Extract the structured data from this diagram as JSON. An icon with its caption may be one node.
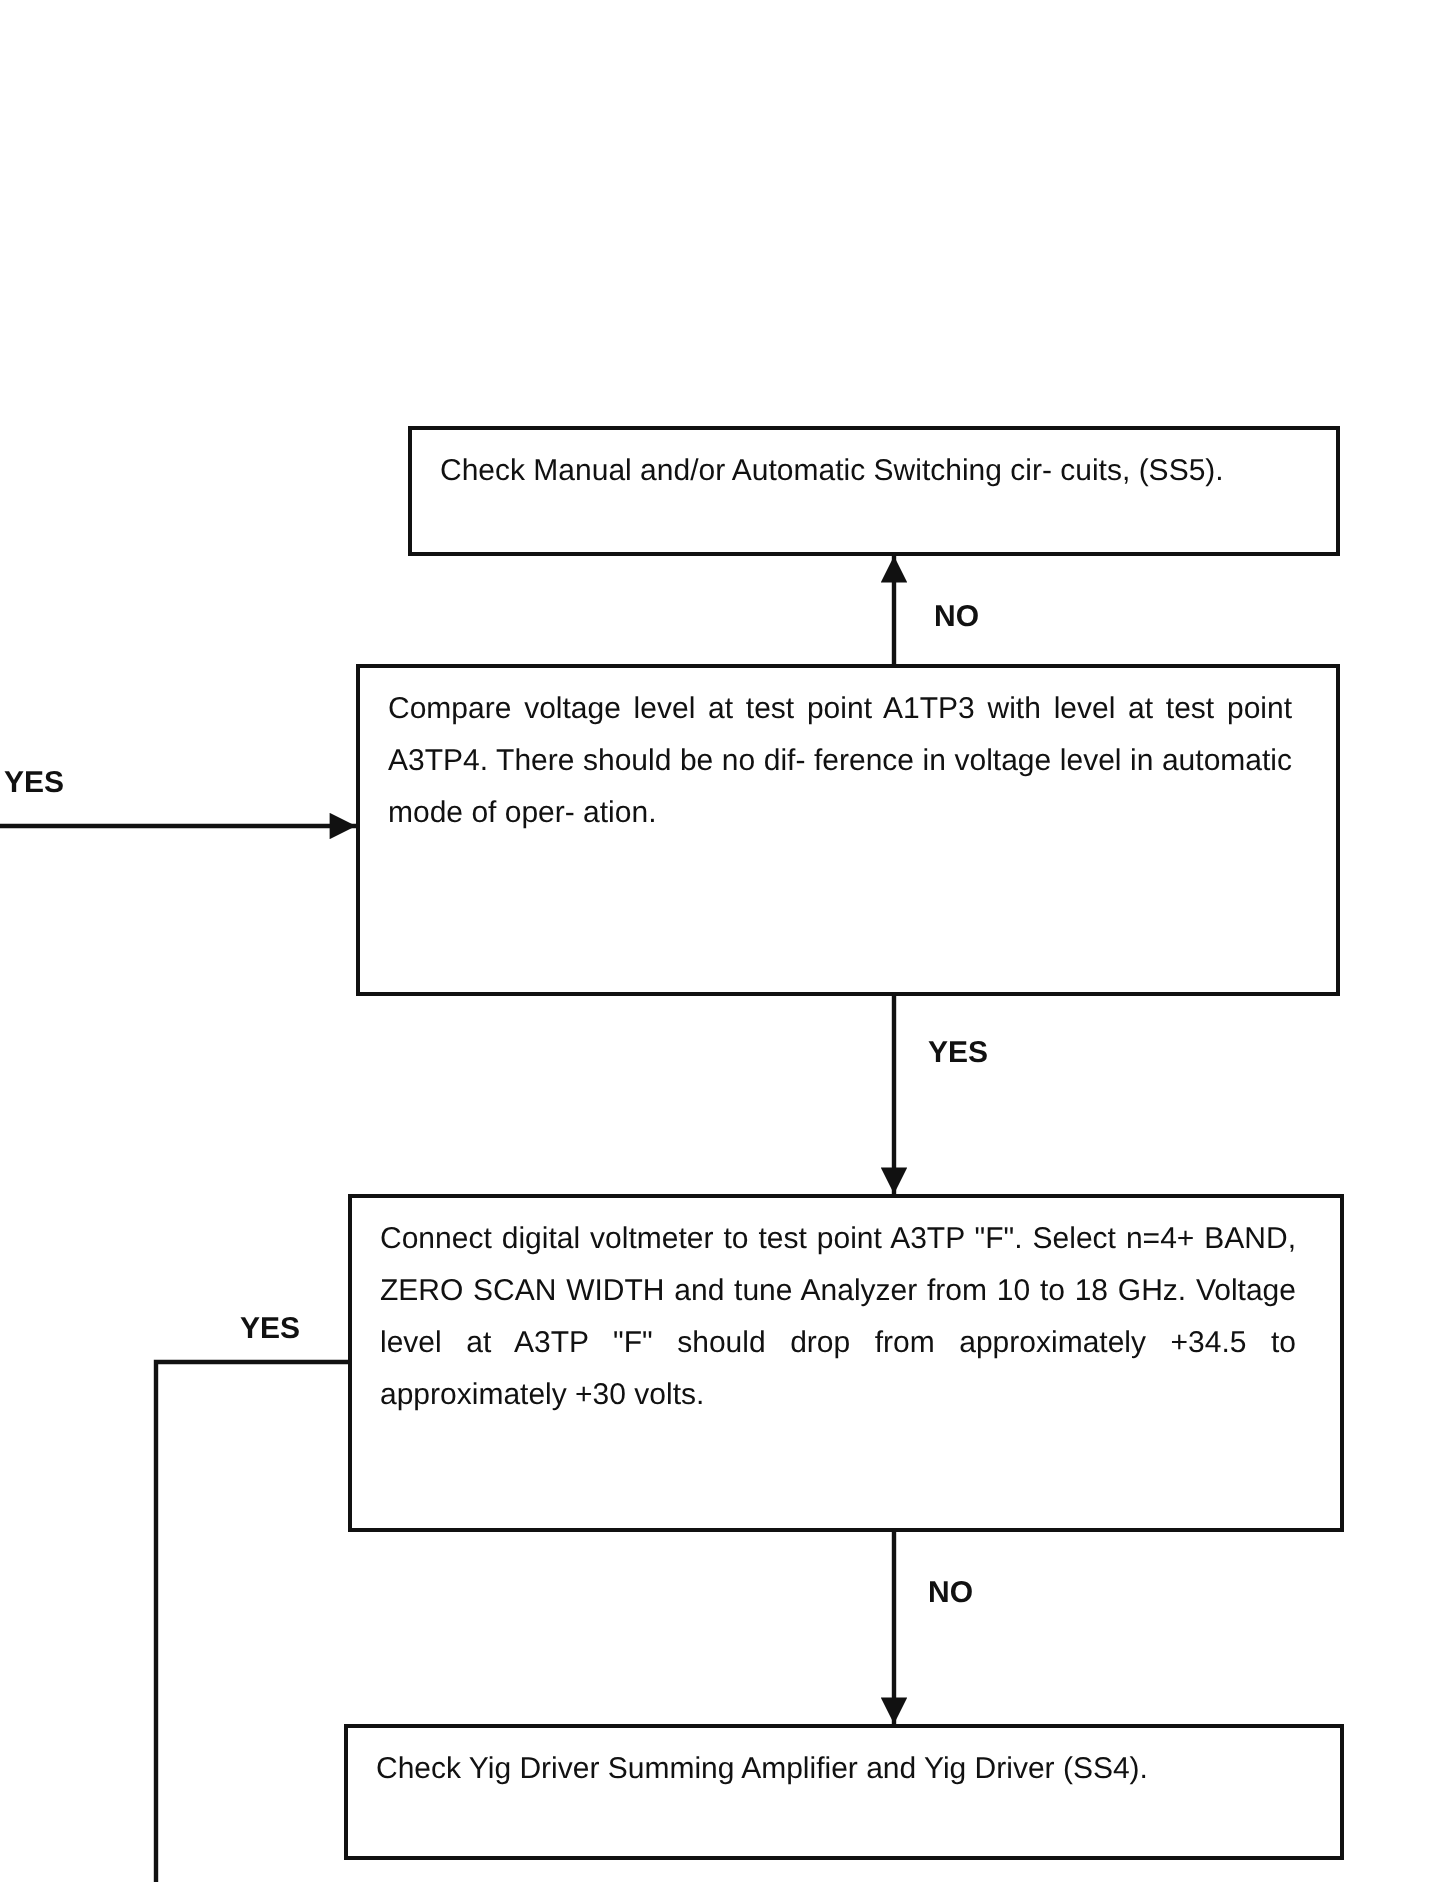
{
  "diagram": {
    "nodes": [
      {
        "text": [
          "Check Manual and/or Automatic Switching cir- cuits, (SS5)."
        ]
      },
      {
        "text": [
          "Compare voltage level at test point A1TP3 with level at test point A3TP4. There should be no dif- ference in voltage level in automatic mode of oper- ation."
        ]
      },
      {
        "text": [
          "Connect digital voltmeter to test point A3TP \"F\". Select n=4+ BAND, ZERO SCAN WIDTH and tune Analyzer from 10 to 18 GHz. Voltage level at A3TP \"F\" should drop from approximately +34.5 to approximately +30 volts."
        ]
      },
      {
        "text": [
          "Check Yig Driver Summing Amplifier and Yig Driver (SS4)."
        ]
      }
    ],
    "edges": [
      {
        "from": 1,
        "to": 0,
        "arrow": "to",
        "label": "NO"
      },
      {
        "from": null,
        "to": 1,
        "arrow": "to",
        "label": "YES"
      },
      {
        "from": 1,
        "to": 2,
        "arrow": "to",
        "label": "YES"
      },
      {
        "from": 2,
        "to": 3,
        "arrow": "to",
        "label": "NO"
      },
      {
        "from": 2,
        "to": null,
        "arrow": "none",
        "label": "YES"
      }
    ]
  }
}
